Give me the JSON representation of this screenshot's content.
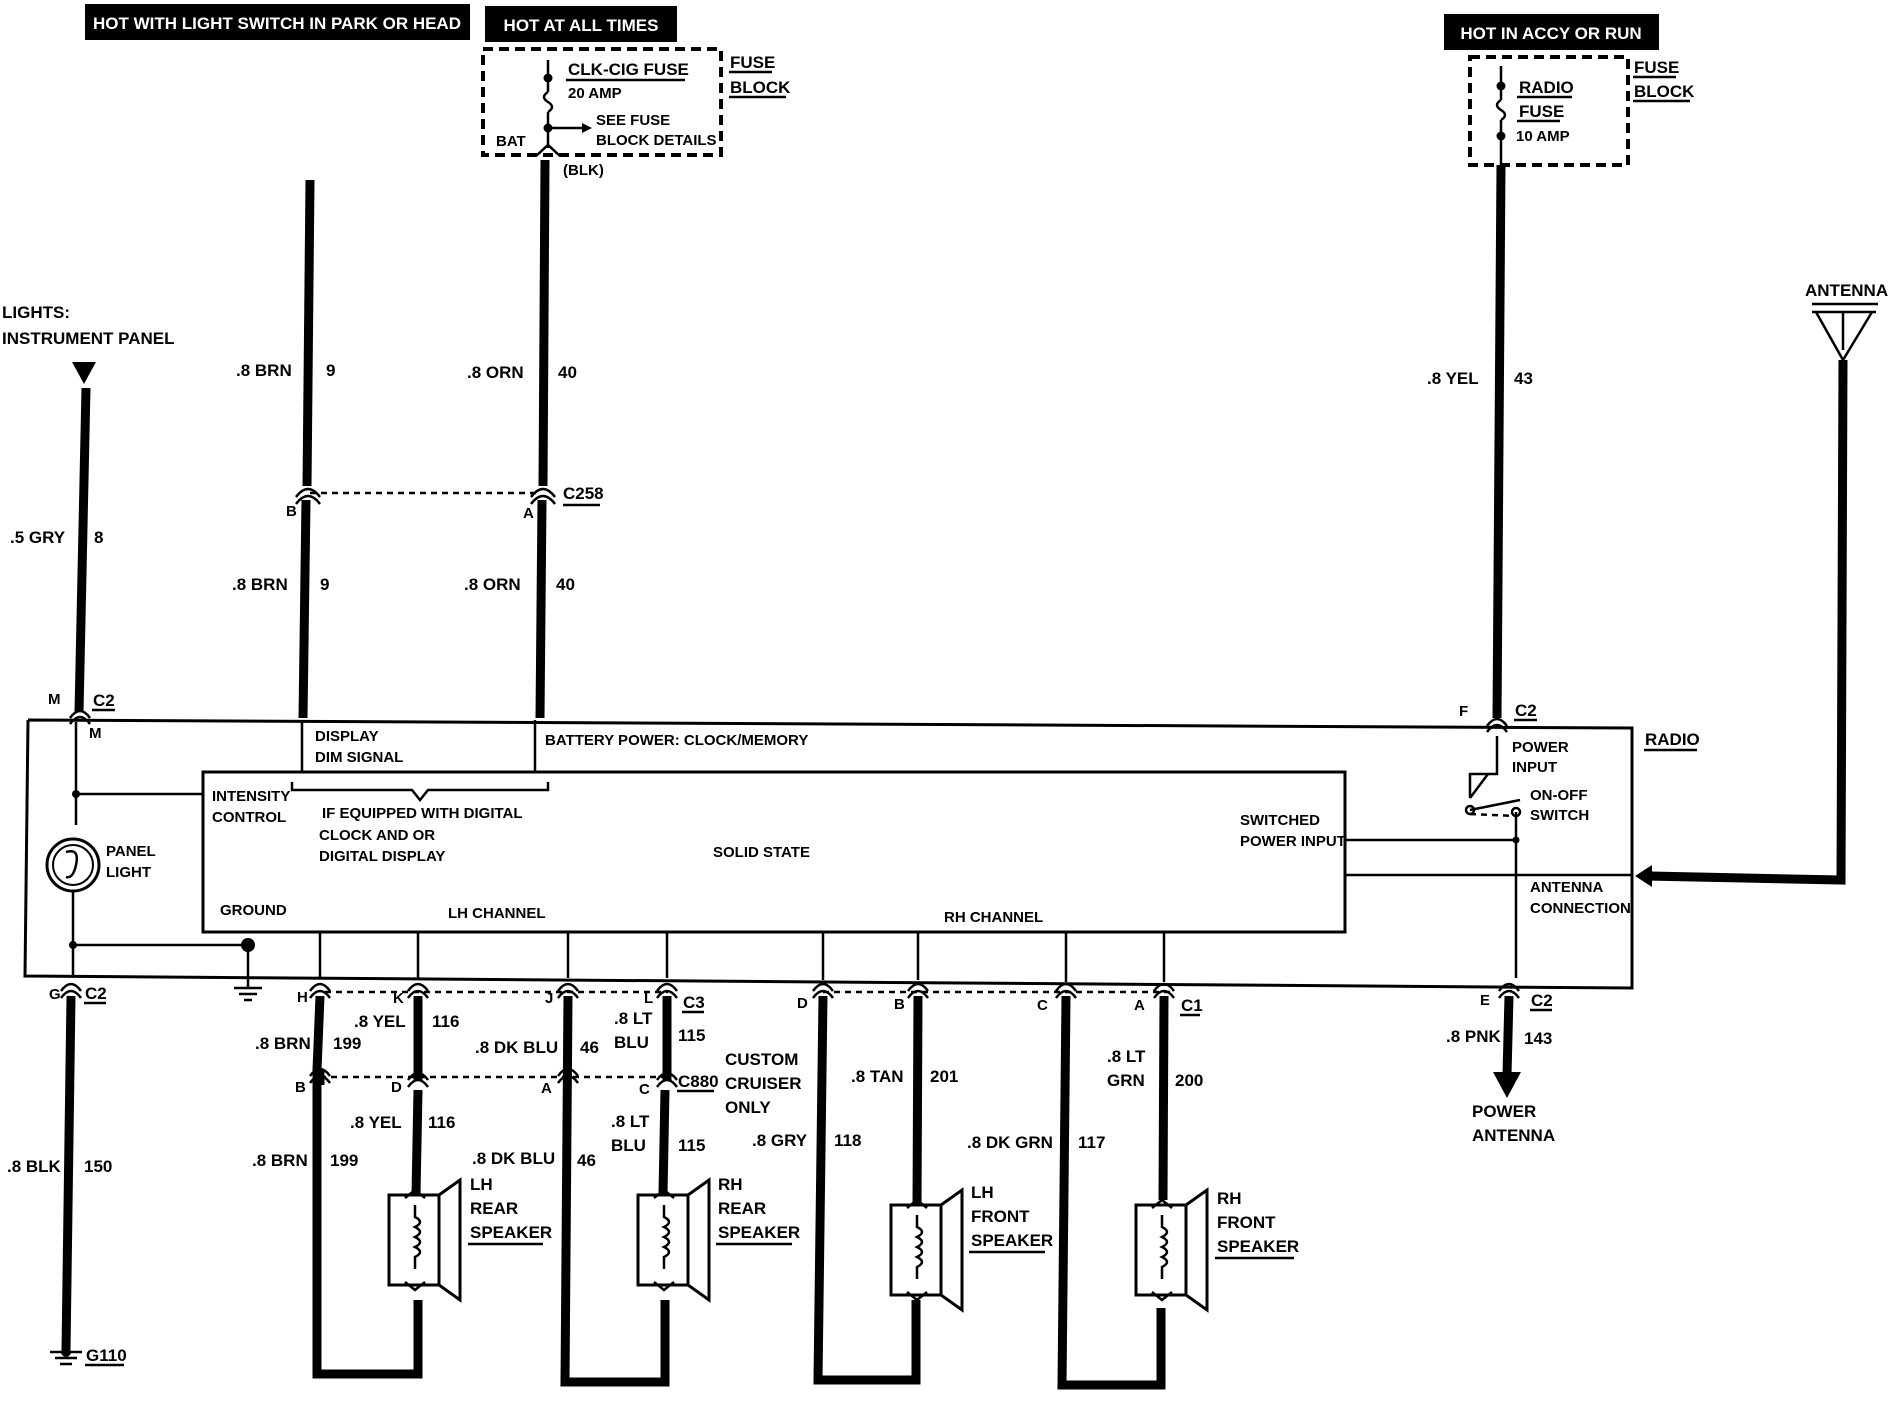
{
  "headers": {
    "light_switch": "HOT WITH LIGHT SWITCH IN PARK OR HEAD",
    "all_times": "HOT AT ALL TIMES",
    "accy_run": "HOT IN ACCY OR RUN"
  },
  "fuse_left": {
    "name": "CLK-CIG FUSE",
    "amp": "20 AMP",
    "see1": "SEE FUSE",
    "see2": "BLOCK DETAILS",
    "bat": "BAT",
    "block1": "FUSE",
    "block2": "BLOCK",
    "blk": "(BLK)"
  },
  "fuse_right": {
    "name1": "RADIO",
    "name2": "FUSE",
    "amp": "10 AMP",
    "block1": "FUSE",
    "block2": "BLOCK"
  },
  "lights": {
    "line1": "LIGHTS:",
    "line2": "INSTRUMENT PANEL"
  },
  "antenna": "ANTENNA",
  "wires": {
    "gry": ".5 GRY",
    "gry_n": "8",
    "brn_top": ".8 BRN",
    "brn_top_n": "9",
    "brn_low": ".8 BRN",
    "brn_low_n": "9",
    "orn_top": ".8 ORN",
    "orn_top_n": "40",
    "orn_low": ".8 ORN",
    "orn_low_n": "40",
    "yel_top": ".8 YEL",
    "yel_top_n": "43",
    "blk": ".8 BLK",
    "blk_n": "150",
    "brn199a": ".8 BRN",
    "n199a": "199",
    "brn199b": ".8 BRN",
    "n199b": "199",
    "yel116a": ".8 YEL",
    "n116a": "116",
    "yel116b": ".8 YEL",
    "n116b": "116",
    "dkblu46a": ".8 DK BLU",
    "n46a": "46",
    "dkblu46b": ".8 DK BLU",
    "n46b": "46",
    "ltblu_a1": ".8 LT",
    "ltblu_a2": "BLU",
    "n115a": "115",
    "ltblu_b1": ".8 LT",
    "ltblu_b2": "BLU",
    "n115b": "115",
    "gry118": ".8 GRY",
    "n118": "118",
    "tan201": ".8 TAN",
    "n201": "201",
    "dkgrn117": ".8 DK GRN",
    "n117": "117",
    "ltgrn1": ".8 LT",
    "ltgrn2": "GRN",
    "n200": "200",
    "pnk": ".8 PNK",
    "n143": "143"
  },
  "connectors": {
    "c258": "C258",
    "c2_m": "C2",
    "c2_f": "C2",
    "c2_g": "C2",
    "c2_e": "C2",
    "c3": "C3",
    "c880": "C880",
    "c1": "C1",
    "g110": "G110"
  },
  "pins": {
    "b_top": "B",
    "a_top": "A",
    "m": "M",
    "m2": "M",
    "f": "F",
    "g": "G",
    "e": "E",
    "h": "H",
    "k": "K",
    "j": "J",
    "l": "L",
    "d": "D",
    "b2": "B",
    "c": "C",
    "a2": "A",
    "b_low": "B",
    "d_low": "D",
    "a_low": "A",
    "c_low": "C"
  },
  "radio": {
    "label": "RADIO",
    "display1": "DISPLAY",
    "display2": "DIM SIGNAL",
    "battery": "BATTERY POWER: CLOCK/MEMORY",
    "power1": "POWER",
    "power2": "INPUT",
    "onoff1": "ON-OFF",
    "onoff2": "SWITCH",
    "intensity1": "INTENSITY",
    "intensity2": "CONTROL",
    "digital1": "IF EQUIPPED WITH DIGITAL",
    "digital2": "CLOCK AND OR",
    "digital3": "DIGITAL DISPLAY",
    "solid": "SOLID STATE",
    "switched1": "SWITCHED",
    "switched2": "POWER INPUT",
    "panel1": "PANEL",
    "panel2": "LIGHT",
    "antconn1": "ANTENNA",
    "antconn2": "CONNECTION",
    "ground": "GROUND",
    "lh": "LH CHANNEL",
    "rh": "RH CHANNEL"
  },
  "cruiser": {
    "l1": "CUSTOM",
    "l2": "CRUISER",
    "l3": "ONLY"
  },
  "speakers": {
    "lh_rear": [
      "LH",
      "REAR",
      "SPEAKER"
    ],
    "rh_rear": [
      "RH",
      "REAR",
      "SPEAKER"
    ],
    "lh_front": [
      "LH",
      "FRONT",
      "SPEAKER"
    ],
    "rh_front": [
      "RH",
      "FRONT",
      "SPEAKER"
    ]
  },
  "power_antenna": {
    "l1": "POWER",
    "l2": "ANTENNA"
  }
}
